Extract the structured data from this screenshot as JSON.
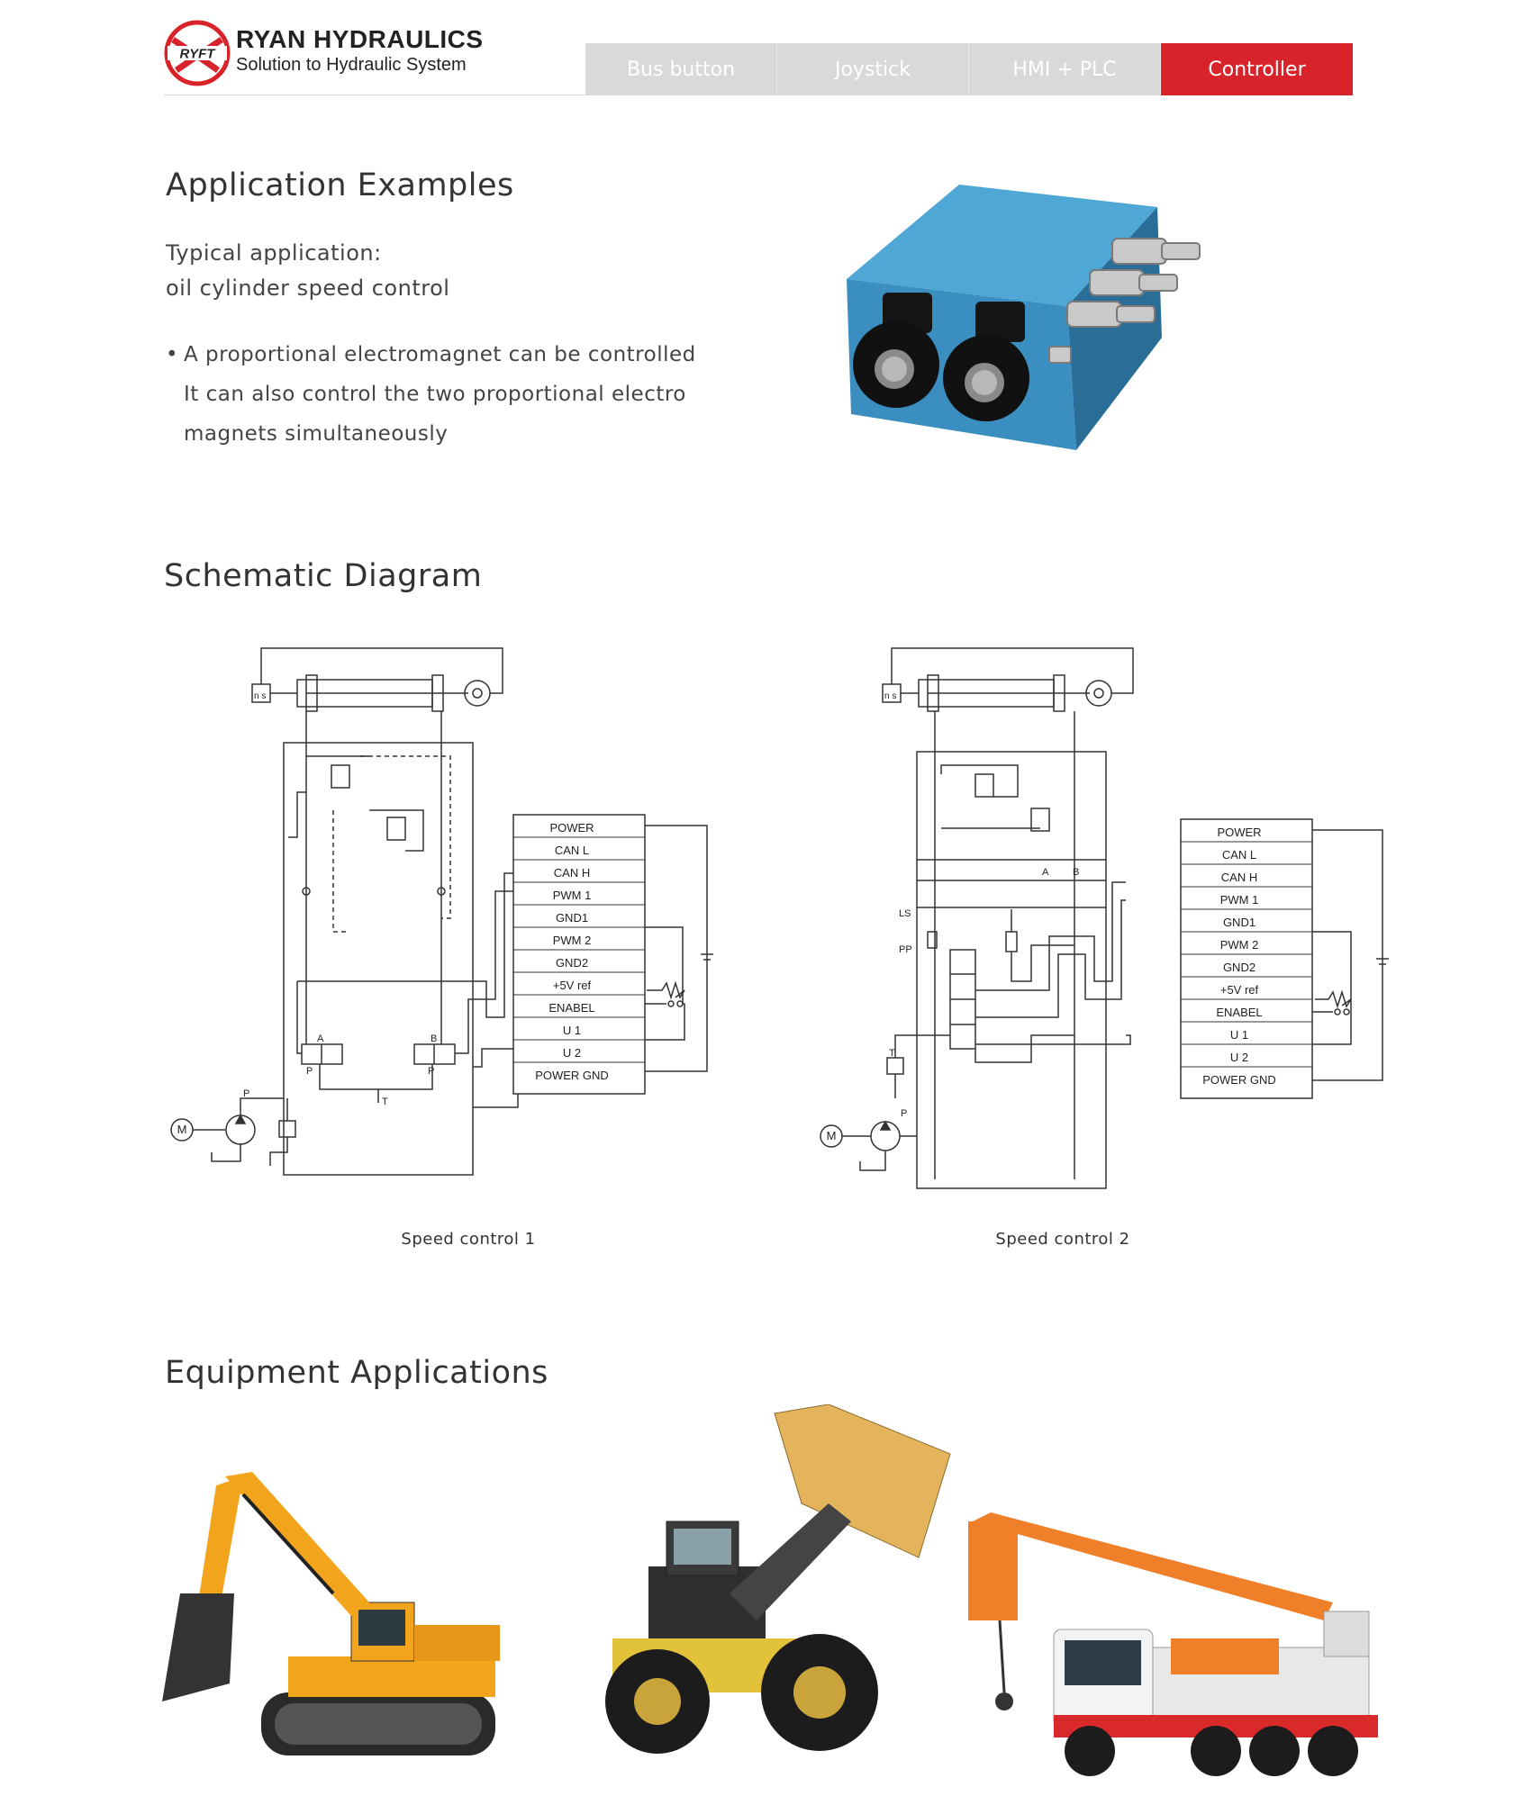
{
  "brand": {
    "logo_text": "RYFT",
    "name": "RYAN HYDRAULICS",
    "tagline": "Solution to Hydraulic System",
    "colors": {
      "accent": "#d9232a",
      "tab_inactive": "#d9d9d9"
    }
  },
  "nav": {
    "tabs": [
      {
        "label": "Bus button",
        "active": false
      },
      {
        "label": "Joystick",
        "active": false
      },
      {
        "label": "HMI + PLC",
        "active": false
      },
      {
        "label": "Controller",
        "active": true
      }
    ]
  },
  "application": {
    "title": "Application Examples",
    "typical_line1": "Typical application:",
    "typical_line2": "oil cylinder speed control",
    "bullet_line1": "A proportional electromagnet can be controlled",
    "bullet_line2": "It can also control the two proportional electro",
    "bullet_line3": "magnets simultaneously"
  },
  "schematic": {
    "title": "Schematic Diagram",
    "terminal_labels": [
      "POWER",
      "CAN L",
      "CAN H",
      "PWM 1",
      "GND1",
      "PWM 2",
      "GND2",
      "+5V ref",
      "ENABEL",
      "U 1",
      "U 2",
      "POWER GND"
    ],
    "motor_label": "M",
    "port_labels": {
      "p": "P",
      "t": "T",
      "a": "A",
      "b": "B",
      "ls": "LS",
      "pp": "PP"
    },
    "sensor_label": "n s",
    "caption1": "Speed control 1",
    "caption2": "Speed control 2"
  },
  "equipment": {
    "title": "Equipment Applications",
    "items": [
      "excavator",
      "wheel-loader",
      "truck-crane"
    ]
  }
}
